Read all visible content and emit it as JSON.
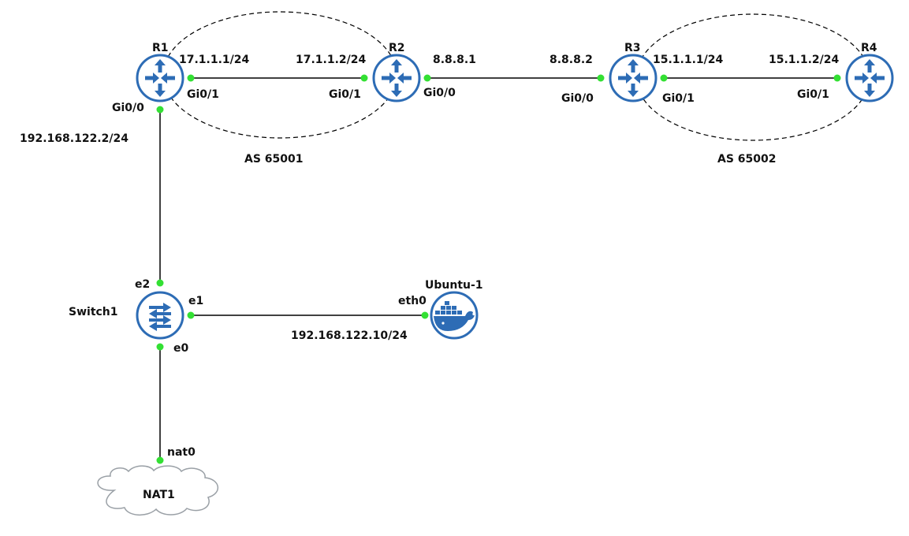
{
  "colors": {
    "node_accent": "#2d6cb5",
    "port_up": "#33e033",
    "cloud_stroke": "#9aa0a6",
    "link": "#000000"
  },
  "as_groups": [
    {
      "id": "as65001",
      "label": "AS 65001"
    },
    {
      "id": "as65002",
      "label": "AS 65002"
    }
  ],
  "nodes": [
    {
      "id": "r1",
      "label": "R1",
      "icon": "router-icon"
    },
    {
      "id": "r2",
      "label": "R2",
      "icon": "router-icon"
    },
    {
      "id": "r3",
      "label": "R3",
      "icon": "router-icon"
    },
    {
      "id": "r4",
      "label": "R4",
      "icon": "router-icon"
    },
    {
      "id": "switch1",
      "label": "Switch1",
      "icon": "switch-icon"
    },
    {
      "id": "ubuntu1",
      "label": "Ubuntu-1",
      "icon": "docker-icon"
    },
    {
      "id": "nat1",
      "label": "NAT1",
      "icon": "cloud-icon"
    }
  ],
  "ports": {
    "r1_gi00": "Gi0/0",
    "r1_gi01": "Gi0/1",
    "r2_gi01": "Gi0/1",
    "r2_gi00": "Gi0/0",
    "r3_gi00": "Gi0/0",
    "r3_gi01": "Gi0/1",
    "r4_gi01": "Gi0/1",
    "sw_e2": "e2",
    "sw_e1": "e1",
    "sw_e0": "e0",
    "ub_eth0": "eth0",
    "nat_nat0": "nat0"
  },
  "addresses": {
    "r1_r2_r1side": "17.1.1.1/24",
    "r1_r2_r2side": "17.1.1.2/24",
    "r2_r3_r2side": "8.8.8.1",
    "r2_r3_r3side": "8.8.8.2",
    "r3_r4_r3side": "15.1.1.1/24",
    "r3_r4_r4side": "15.1.1.2/24",
    "r1_mgmt": "192.168.122.2/24",
    "ubuntu_ip": "192.168.122.10/24"
  },
  "links": [
    {
      "id": "r1-r2",
      "from": "r1",
      "to": "r2"
    },
    {
      "id": "r2-r3",
      "from": "r2",
      "to": "r3"
    },
    {
      "id": "r3-r4",
      "from": "r3",
      "to": "r4"
    },
    {
      "id": "r1-switch1",
      "from": "r1",
      "to": "switch1"
    },
    {
      "id": "switch1-ubuntu1",
      "from": "switch1",
      "to": "ubuntu1"
    },
    {
      "id": "switch1-nat1",
      "from": "switch1",
      "to": "nat1"
    }
  ]
}
